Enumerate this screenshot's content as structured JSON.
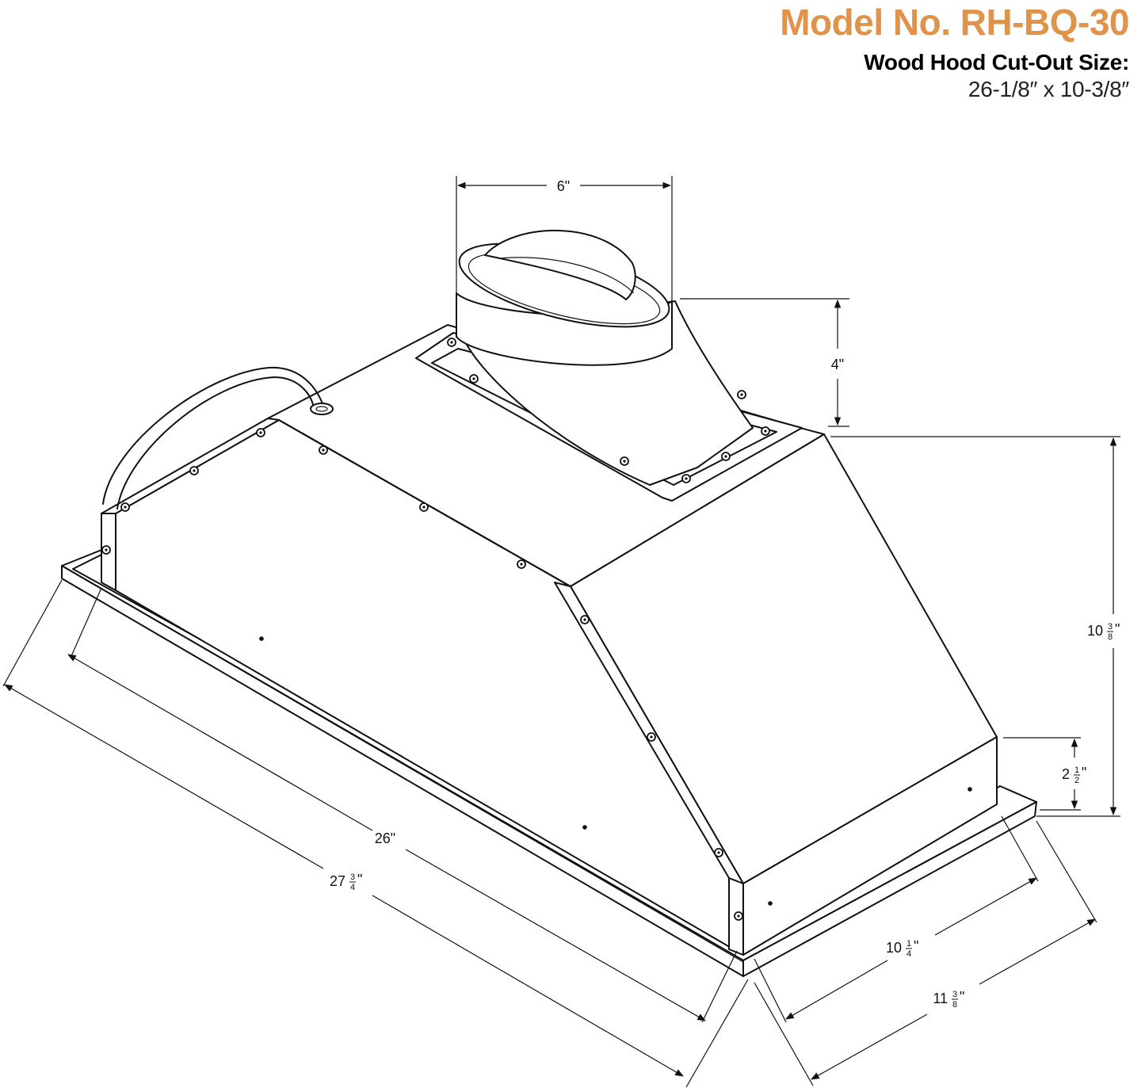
{
  "header": {
    "model_title": "Model No. RH-BQ-30",
    "cutout_label": "Wood Hood Cut-Out Size:",
    "cutout_value": "26-1/8″ x 10-3/8″",
    "title_color": "#e0934b"
  },
  "dimensions": {
    "duct_diameter": {
      "whole": "6",
      "num": "",
      "den": "",
      "unit": "\""
    },
    "duct_height": {
      "whole": "4",
      "num": "",
      "den": "",
      "unit": "\""
    },
    "total_height": {
      "whole": "10",
      "num": "3",
      "den": "8",
      "unit": "\""
    },
    "front_height": {
      "whole": "2",
      "num": "1",
      "den": "2",
      "unit": "\""
    },
    "insert_length": {
      "whole": "26",
      "num": "",
      "den": "",
      "unit": "\""
    },
    "flange_length": {
      "whole": "27",
      "num": "3",
      "den": "4",
      "unit": "\""
    },
    "insert_depth": {
      "whole": "10",
      "num": "1",
      "den": "4",
      "unit": "\""
    },
    "flange_depth": {
      "whole": "11",
      "num": "3",
      "den": "8",
      "unit": "\""
    }
  },
  "icons": {
    "power-cord": "power-cord-icon",
    "duct-damper": "damper-icon",
    "screw": "screw-icon"
  }
}
